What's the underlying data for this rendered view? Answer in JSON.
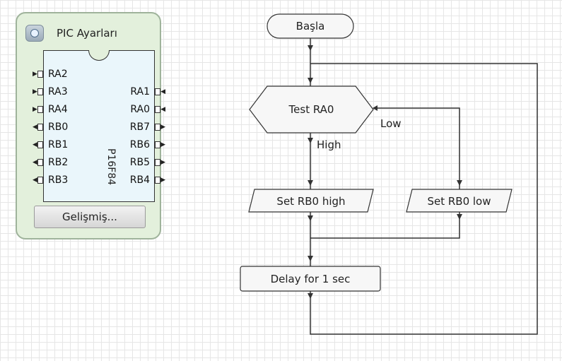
{
  "pic_panel": {
    "title": "PIC Ayarları",
    "icon": "settings-icon",
    "chip_name": "P16F84",
    "left_pins": [
      "RA2",
      "RA3",
      "RA4",
      "RB0",
      "RB1",
      "RB2",
      "RB3"
    ],
    "right_pins": [
      "RA1",
      "RA0",
      "RB7",
      "RB6",
      "RB5",
      "RB4"
    ],
    "advanced_button": "Gelişmiş..."
  },
  "flowchart": {
    "start": "Başla",
    "decision": "Test RA0",
    "high_label": "High",
    "low_label": "Low",
    "set_high": "Set RB0 high",
    "set_low": "Set RB0 low",
    "delay": "Delay for 1 sec"
  },
  "colors": {
    "panel_bg": "#e3f0dc",
    "chip_bg": "#eaf6fb",
    "node_bg": "#f7f7f7",
    "line": "#333333"
  }
}
